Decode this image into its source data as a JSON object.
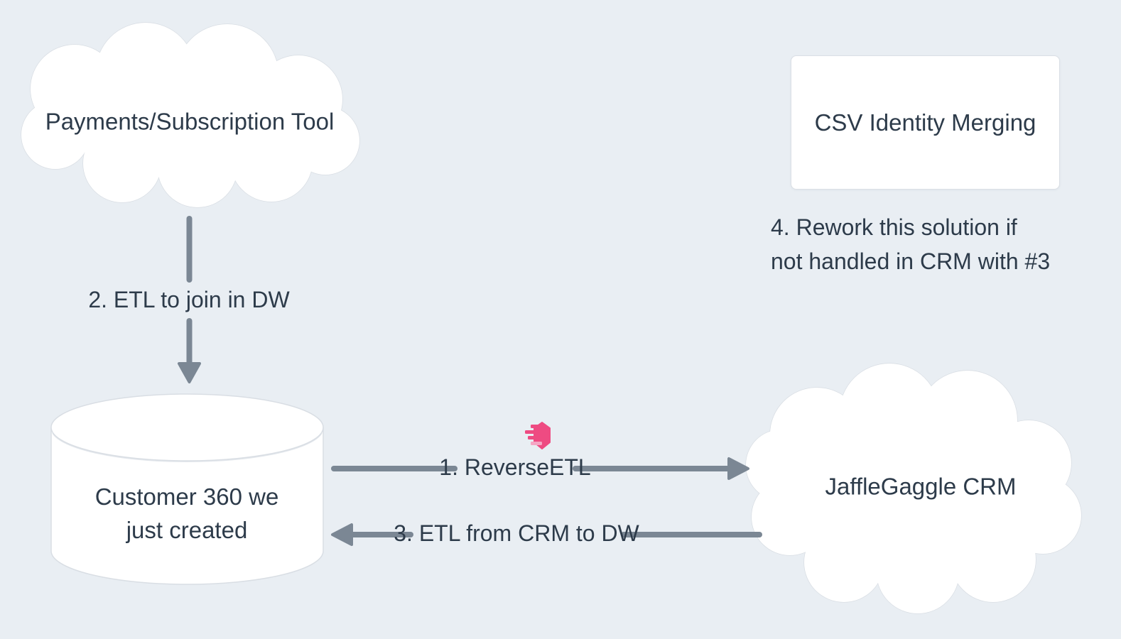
{
  "canvas": {
    "background_color": "#e9eef3"
  },
  "colors": {
    "shape_fill": "#ffffff",
    "shape_border": "#d9dee4",
    "text": "#2d3b4a",
    "arrow": "#7b8794",
    "accent_pink": "#ee4b82",
    "accent_pink_light": "#f5a6c4"
  },
  "nodes": {
    "payments_cloud": {
      "shape": "cloud",
      "label": "Payments/Subscription Tool"
    },
    "csv_card": {
      "shape": "rectangle",
      "label": "CSV Identity Merging"
    },
    "warehouse_cylinder": {
      "shape": "cylinder",
      "label_line1": "Customer 360 we",
      "label_line2": "just created"
    },
    "crm_cloud": {
      "shape": "cloud",
      "label": "JaffleGaggle CRM"
    }
  },
  "edges": {
    "etl_join_dw": {
      "label": "2. ETL to join in DW",
      "from": "payments_cloud",
      "to": "warehouse_cylinder",
      "direction": "down"
    },
    "reverse_etl": {
      "label": "1. ReverseETL",
      "from": "warehouse_cylinder",
      "to": "crm_cloud",
      "direction": "right",
      "icon": "hightouch-logo"
    },
    "etl_from_crm": {
      "label": "3. ETL from CRM to DW",
      "from": "crm_cloud",
      "to": "warehouse_cylinder",
      "direction": "left"
    }
  },
  "notes": {
    "rework_note": {
      "line1": "4. Rework this solution if",
      "line2": "not handled in CRM with #3"
    }
  }
}
